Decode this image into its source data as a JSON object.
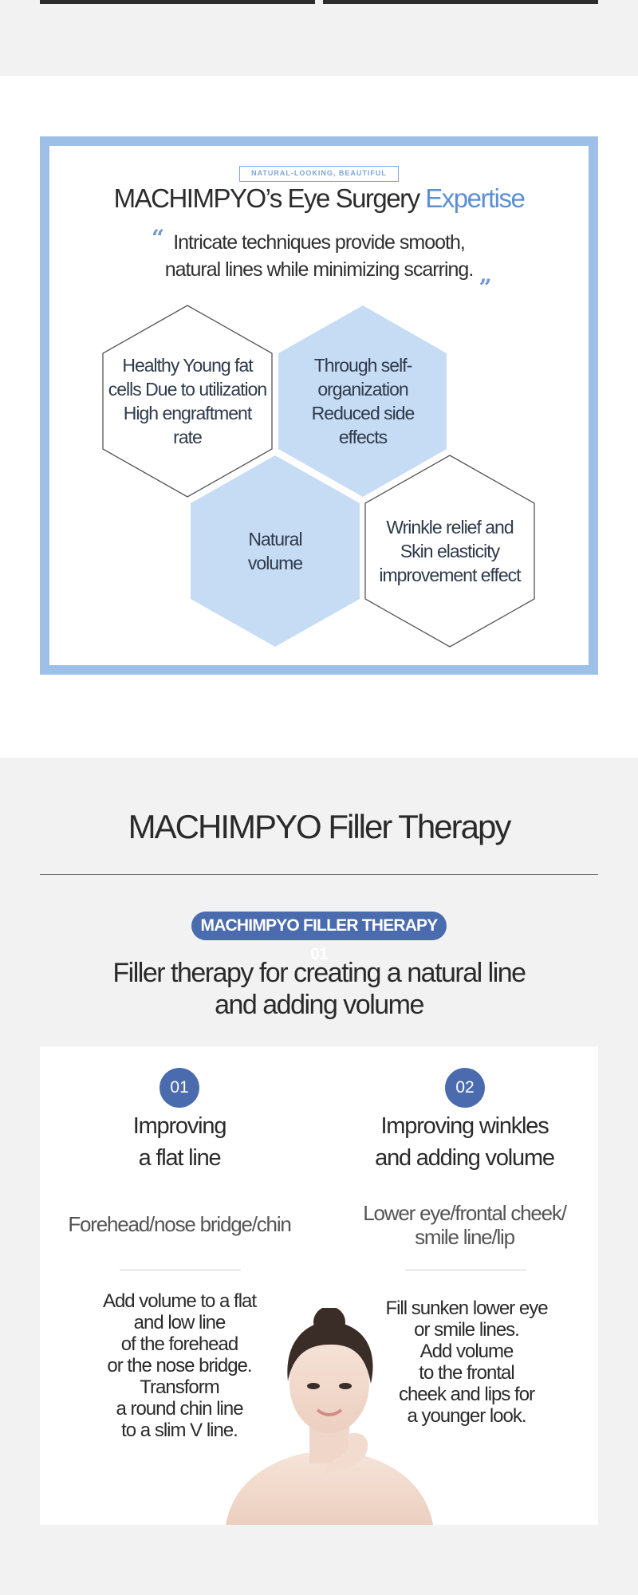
{
  "expertise": {
    "badge": "NATURAL-LOOKING, BEAUTIFUL",
    "title_main": "MACHIMPYO’s Eye Surgery ",
    "title_highlight": "Expertise",
    "quote_open": "“",
    "quote_line1": "Intricate techniques provide smooth,",
    "quote_line2": "natural lines while minimizing scarring.",
    "quote_close": "„",
    "hexagons": [
      {
        "text": "Healthy Young fat cells Due to utilization High engraftment rate",
        "style": "outline"
      },
      {
        "text": "Through self-organization Reduced side effects",
        "style": "filled"
      },
      {
        "text": "Natural volume",
        "style": "filled"
      },
      {
        "text": "Wrinkle relief and Skin elasticity improvement effect",
        "style": "outline"
      }
    ]
  },
  "filler": {
    "title": "MACHIMPYO Filler Therapy",
    "pill": "MACHIMPYO FILLER THERAPY 01",
    "subtitle_line1": "Filler therapy for creating a natural line",
    "subtitle_line2": "and adding volume",
    "columns": [
      {
        "number": "01",
        "title_line1": "Improving",
        "title_line2": "a flat line",
        "area_line1": "Forehead/nose bridge/chin",
        "area_line2": "",
        "desc": [
          "Add volume to a flat",
          "and low line",
          "of the forehead",
          "or the nose bridge.",
          "Transform",
          "a round chin line",
          "to a slim V line."
        ]
      },
      {
        "number": "02",
        "title_line1": "Improving winkles",
        "title_line2": "and adding volume",
        "area_line1": "Lower eye/frontal cheek/",
        "area_line2": "smile line/lip",
        "desc": [
          "Fill sunken lower eye",
          "or smile lines.",
          "Add volume",
          "to the frontal",
          "cheek and lips for",
          "a younger look."
        ]
      }
    ]
  },
  "colors": {
    "accent_blue": "#4a6cae",
    "frame_blue": "#9ec0e8",
    "hex_fill": "#c6dcf5",
    "highlight": "#5b8fd6"
  }
}
